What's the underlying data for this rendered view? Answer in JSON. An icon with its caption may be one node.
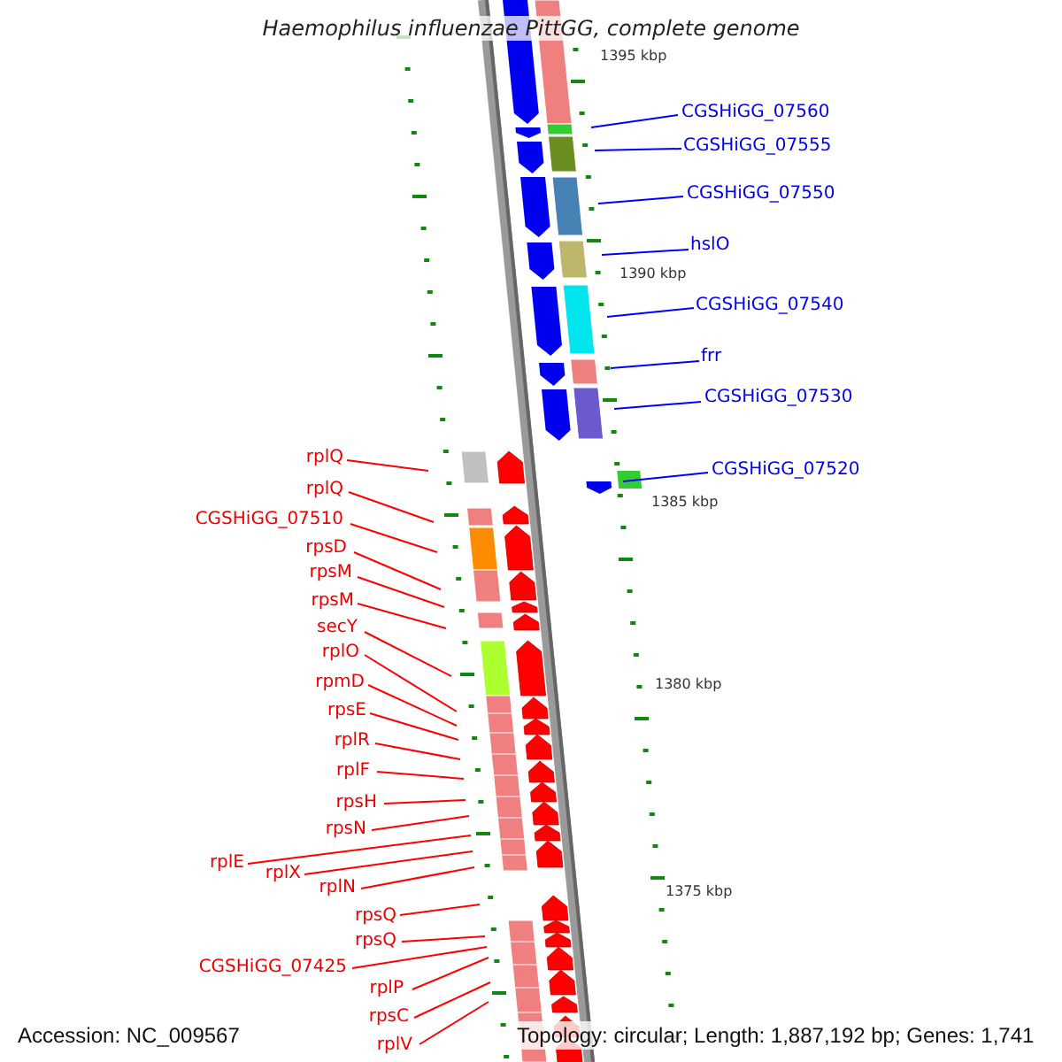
{
  "diagram": {
    "title": "Haemophilus influenzae PittGG, complete genome",
    "nodes": [
      {
        "text": [
          "CGSHiGG_07560"
        ]
      },
      {
        "text": [
          "CGSHiGG_07555"
        ]
      },
      {
        "text": [
          "CGSHiGG_07550"
        ]
      },
      {
        "text": [
          "hslO"
        ]
      },
      {
        "text": [
          "CGSHiGG_07540"
        ]
      },
      {
        "text": [
          "frr"
        ]
      },
      {
        "text": [
          "CGSHiGG_07530"
        ]
      },
      {
        "text": [
          "CGSHiGG_07520"
        ]
      },
      {
        "text": [
          "rplQ"
        ]
      },
      {
        "text": [
          "rplQ"
        ]
      },
      {
        "text": [
          "CGSHiGG_07510"
        ]
      },
      {
        "text": [
          "rpsD"
        ]
      },
      {
        "text": [
          "rpsM"
        ]
      },
      {
        "text": [
          "rpsM"
        ]
      },
      {
        "text": [
          "secY"
        ]
      },
      {
        "text": [
          "rplO"
        ]
      },
      {
        "text": [
          "rpmD"
        ]
      },
      {
        "text": [
          "rpsE"
        ]
      },
      {
        "text": [
          "rplR"
        ]
      },
      {
        "text": [
          "rplF"
        ]
      },
      {
        "text": [
          "rpsH"
        ]
      },
      {
        "text": [
          "rpsN"
        ]
      },
      {
        "text": [
          "rplE"
        ]
      },
      {
        "text": [
          "rplX"
        ]
      },
      {
        "text": [
          "rplN"
        ]
      },
      {
        "text": [
          "rpsQ"
        ]
      },
      {
        "text": [
          "rpsQ"
        ]
      },
      {
        "text": [
          "CGSHiGG_07425"
        ]
      },
      {
        "text": [
          "rplP"
        ]
      },
      {
        "text": [
          "rpsC"
        ]
      },
      {
        "text": [
          "rplV"
        ]
      }
    ],
    "edges": [
      {
        "from": 0,
        "to": null,
        "arrow": "none",
        "color": "#0000ff"
      },
      {
        "from": 1,
        "to": null,
        "arrow": "none",
        "color": "#0000ff"
      },
      {
        "from": 2,
        "to": null,
        "arrow": "none",
        "color": "#0000ff"
      },
      {
        "from": 3,
        "to": null,
        "arrow": "none",
        "color": "#0000ff"
      },
      {
        "from": 4,
        "to": null,
        "arrow": "none",
        "color": "#0000ff"
      },
      {
        "from": 5,
        "to": null,
        "arrow": "none",
        "color": "#0000ff"
      },
      {
        "from": 6,
        "to": null,
        "arrow": "none",
        "color": "#0000ff"
      },
      {
        "from": 7,
        "to": null,
        "arrow": "none",
        "color": "#0000ff"
      },
      {
        "from": 8,
        "to": null,
        "arrow": "none"
      },
      {
        "from": 9,
        "to": null,
        "arrow": "none"
      },
      {
        "from": 10,
        "to": null,
        "arrow": "none"
      },
      {
        "from": 11,
        "to": null,
        "arrow": "none"
      },
      {
        "from": 12,
        "to": null,
        "arrow": "none"
      },
      {
        "from": 13,
        "to": null,
        "arrow": "none"
      },
      {
        "from": 14,
        "to": null,
        "arrow": "none"
      },
      {
        "from": 15,
        "to": null,
        "arrow": "none"
      },
      {
        "from": 16,
        "to": null,
        "arrow": "none"
      },
      {
        "from": 17,
        "to": null,
        "arrow": "none"
      },
      {
        "from": 18,
        "to": null,
        "arrow": "none"
      },
      {
        "from": 19,
        "to": null,
        "arrow": "none"
      },
      {
        "from": 20,
        "to": null,
        "arrow": "none"
      },
      {
        "from": 21,
        "to": null,
        "arrow": "none"
      },
      {
        "from": 22,
        "to": null,
        "arrow": "none"
      },
      {
        "from": 23,
        "to": null,
        "arrow": "none"
      },
      {
        "from": 24,
        "to": null,
        "arrow": "none"
      },
      {
        "from": 25,
        "to": null,
        "arrow": "none"
      },
      {
        "from": 26,
        "to": null,
        "arrow": "none"
      },
      {
        "from": 27,
        "to": null,
        "arrow": "none"
      },
      {
        "from": 28,
        "to": null,
        "arrow": "none"
      },
      {
        "from": 29,
        "to": null,
        "arrow": "none"
      },
      {
        "from": 30,
        "to": null,
        "arrow": "none"
      }
    ],
    "labels": [
      "1395 kbp",
      "1390 kbp",
      "1385 kbp",
      "1380 kbp",
      "1375 kbp",
      "Accession: NC_009567",
      "Topology: circular; Length: 1,887,192 bp; Genes: 1,741"
    ]
  }
}
